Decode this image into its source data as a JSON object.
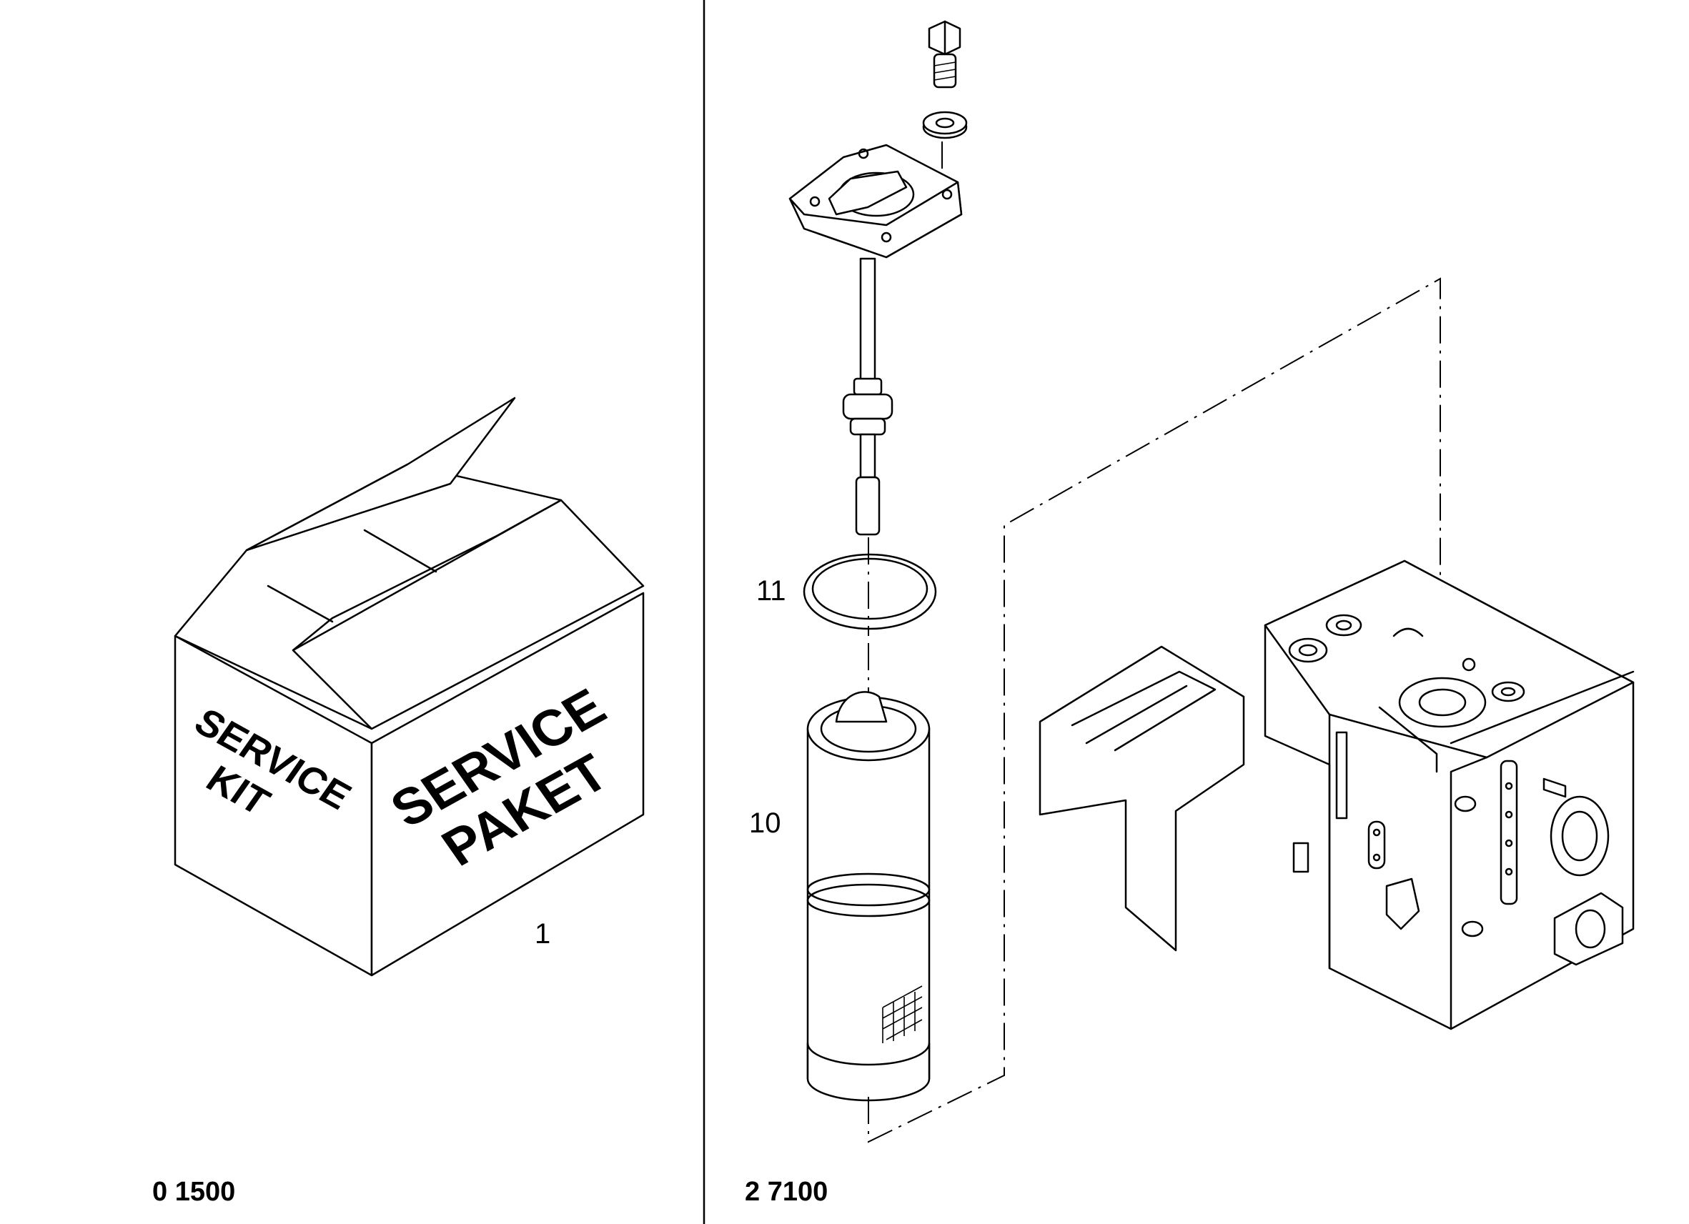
{
  "left_panel": {
    "box_side_text": [
      "SERVICE",
      "KIT"
    ],
    "box_front_text": [
      "SERVICE",
      "PAKET"
    ],
    "callout_1": "1",
    "code": "0 1500"
  },
  "right_panel": {
    "callout_11": "11",
    "callout_10": "10",
    "code": "2 7100"
  }
}
